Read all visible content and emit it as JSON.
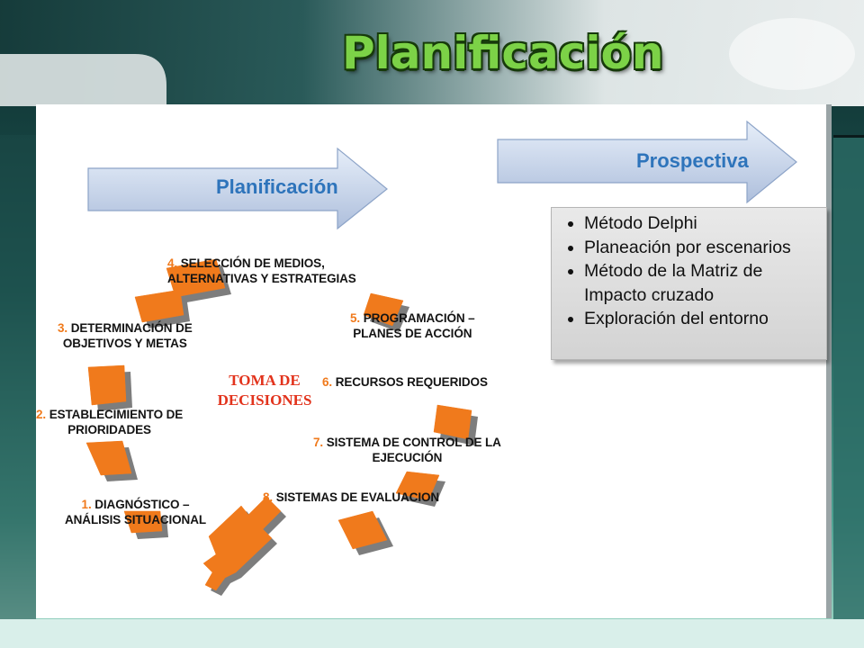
{
  "slide": {
    "title": "Planificación"
  },
  "arrows": {
    "left_label": "Planificación",
    "right_label": "Prospectiva"
  },
  "methods": [
    "Método Delphi",
    "Planeación por escenarios",
    "Método de la Matriz de Impacto cruzado",
    "Exploración del entorno"
  ],
  "cycle": {
    "center_line1": "TOMA DE",
    "center_line2": "DECISIONES",
    "steps": [
      {
        "num": "1.",
        "line1": "DIAGNÓSTICO –",
        "line2": "ANÁLISIS SITUACIONAL"
      },
      {
        "num": "2.",
        "line1": "ESTABLECIMIENTO DE",
        "line2": "PRIORIDADES"
      },
      {
        "num": "3.",
        "line1": "DETERMINACIÓN DE",
        "line2": "OBJETIVOS Y METAS"
      },
      {
        "num": "4.",
        "line1": "SELECCIÓN DE MEDIOS,",
        "line2": "ALTERNATIVAS Y ESTRATEGIAS"
      },
      {
        "num": "5.",
        "line1": "PROGRAMACIÓN –",
        "line2": "PLANES DE ACCIÓN"
      },
      {
        "num": "6.",
        "line1": "RECURSOS REQUERIDOS",
        "line2": ""
      },
      {
        "num": "7.",
        "line1": "SISTEMA DE CONTROL DE LA",
        "line2": "EJECUCIÓN"
      },
      {
        "num": "8.",
        "line1": "SISTEMAS DE EVALUACION",
        "line2": ""
      }
    ]
  },
  "colors": {
    "title_green": "#7cd247",
    "arrow_label_blue": "#2e74bb",
    "cycle_orange": "#f07a1c",
    "center_red": "#e2331c"
  }
}
